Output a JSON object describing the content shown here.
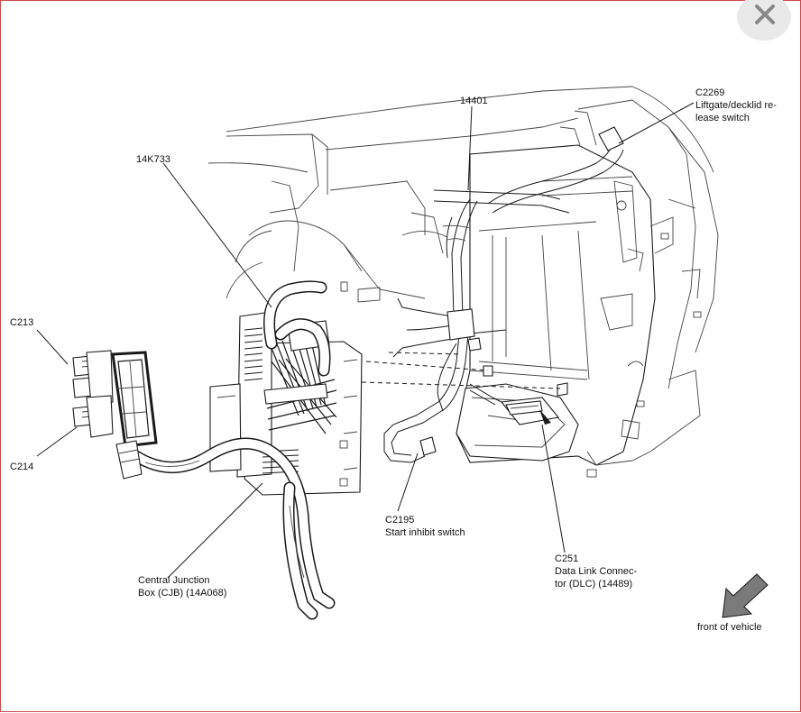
{
  "window": {
    "close_icon": "close-icon",
    "colors": {
      "frame_border": "#c94a4a",
      "close_button_bg": "#e9e9e9",
      "line": "#1a1a1a"
    }
  },
  "labels": {
    "c213": "C213",
    "c214": "C214",
    "harness_14k733": "14K733",
    "harness_14401": "14401",
    "c2269": [
      "C2269",
      "Liftgate/decklid re-",
      "lease switch"
    ],
    "c2195": [
      "C2195",
      "Start inhibit switch"
    ],
    "cjb": [
      "Central Junction",
      "Box (CJB) (14A068)"
    ],
    "c251": [
      "C251",
      "Data Link Connec-",
      "tor (DLC) (14489)"
    ],
    "front": "front of vehicle"
  }
}
